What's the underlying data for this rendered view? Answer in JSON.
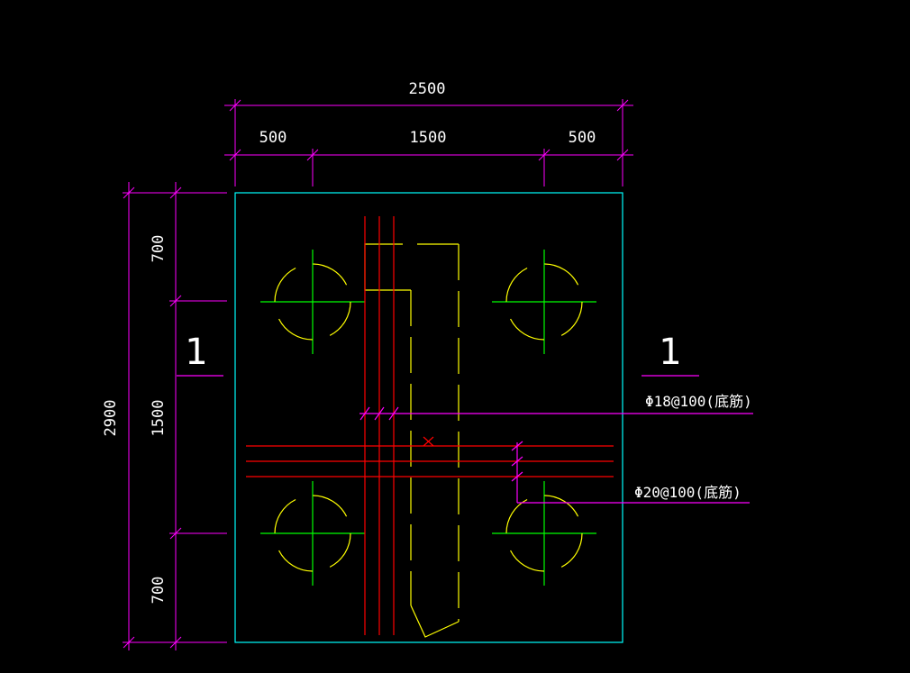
{
  "dimensions": {
    "total_width": "2500",
    "left_width": "500",
    "middle_width": "1500",
    "right_width": "500",
    "total_height": "2900",
    "top_height": "700",
    "middle_height": "1500",
    "bottom_height": "700"
  },
  "section_marks": {
    "left": "1",
    "right": "1"
  },
  "annotations": {
    "rebar_vertical": "Φ18@100(底筋)",
    "rebar_horizontal": "Φ20@100(底筋)"
  },
  "colors": {
    "background": "#000000",
    "dimension": "#ff00ff",
    "outline": "#00ffff",
    "rebar": "#ff0000",
    "pile_circle": "#ffff00",
    "centerline": "#00ff00",
    "column": "#ffff00",
    "text": "#ffffff"
  }
}
